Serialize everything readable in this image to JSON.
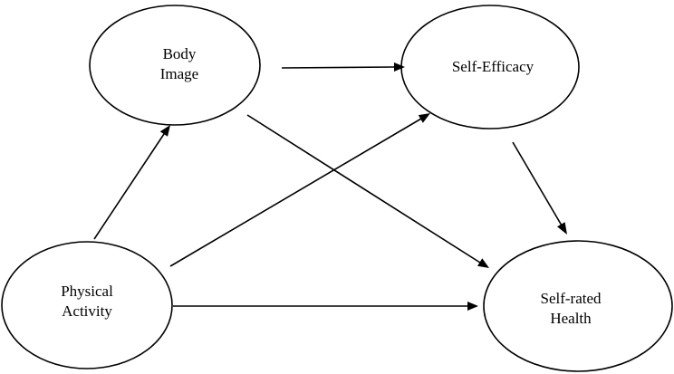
{
  "diagram": {
    "nodes": [
      {
        "id": "body-image",
        "lines": [
          "Body",
          "Image"
        ]
      },
      {
        "id": "self-efficacy",
        "lines": [
          "Self-Efficacy"
        ]
      },
      {
        "id": "physical-activity",
        "lines": [
          "Physical",
          "Activity"
        ]
      },
      {
        "id": "self-rated-health",
        "lines": [
          "Self-rated",
          "Health"
        ]
      }
    ],
    "edges": [
      {
        "from": "physical-activity",
        "to": "body-image"
      },
      {
        "from": "physical-activity",
        "to": "self-efficacy"
      },
      {
        "from": "physical-activity",
        "to": "self-rated-health"
      },
      {
        "from": "body-image",
        "to": "self-efficacy"
      },
      {
        "from": "body-image",
        "to": "self-rated-health"
      },
      {
        "from": "self-efficacy",
        "to": "self-rated-health"
      }
    ],
    "colors": {
      "stroke": "#000000",
      "fill": "#ffffff"
    }
  }
}
